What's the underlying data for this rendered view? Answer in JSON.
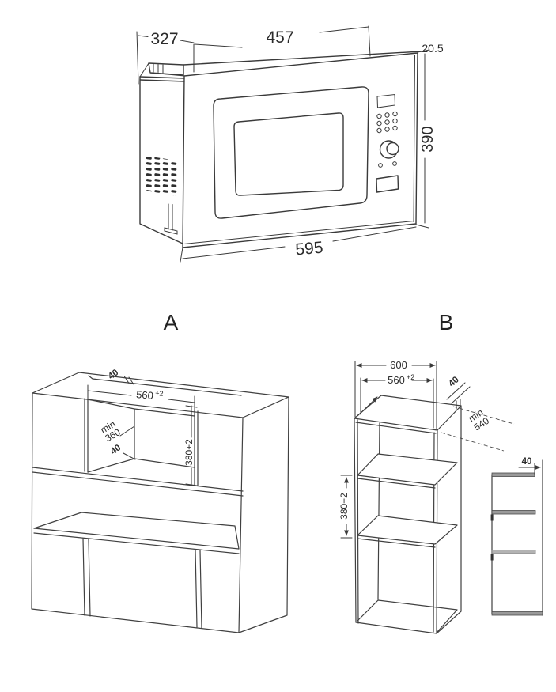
{
  "drawing": {
    "microwave": {
      "dim_depth": "327",
      "dim_body_width": "457",
      "dim_frame_overhang": "20.5",
      "dim_height": "390",
      "dim_width": "595"
    },
    "sections": {
      "a": "A",
      "b": "B"
    },
    "cabinet_a": {
      "dim_top_gap": "40",
      "dim_niche_width_base": "560",
      "dim_niche_width_tol": "+2",
      "dim_depth_min_l1": "min",
      "dim_depth_min_l2": "360",
      "dim_bottom_gap": "40",
      "dim_niche_height": "380+2"
    },
    "cabinet_b": {
      "dim_outer_width": "600",
      "dim_niche_width_base": "560",
      "dim_niche_width_tol": "+2",
      "dim_back_gap": "40",
      "dim_depth_min_l1": "min",
      "dim_depth_min_l2": "540",
      "dim_section_height": "380+2"
    },
    "side_view": {
      "dim_back_gap": "40"
    },
    "line_color": "#3a3a3a"
  }
}
